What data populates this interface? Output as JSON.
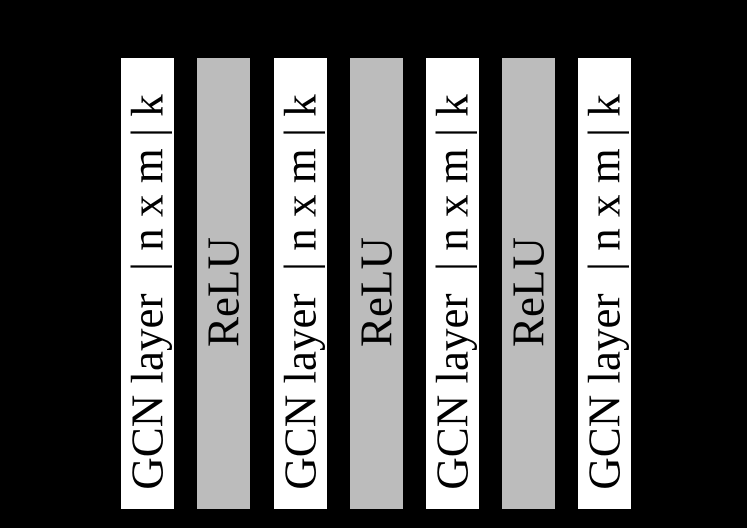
{
  "diagram": {
    "description": "GCN network architecture: alternating GCN layer and ReLU activation blocks",
    "colors": {
      "background": "#000000",
      "gcn_layer_fill": "#ffffff",
      "relu_fill": "#bcbcbc",
      "label_text": "#000000"
    },
    "bars": [
      {
        "kind": "gcn-layer",
        "label": "GCN layer  | n x m | k"
      },
      {
        "kind": "relu",
        "label": "ReLU"
      },
      {
        "kind": "gcn-layer",
        "label": "GCN layer  | n x m | k"
      },
      {
        "kind": "relu",
        "label": "ReLU"
      },
      {
        "kind": "gcn-layer",
        "label": "GCN layer  | n x m | k"
      },
      {
        "kind": "relu",
        "label": "ReLU"
      },
      {
        "kind": "gcn-layer",
        "label": "GCN layer  | n x m | k"
      }
    ]
  }
}
